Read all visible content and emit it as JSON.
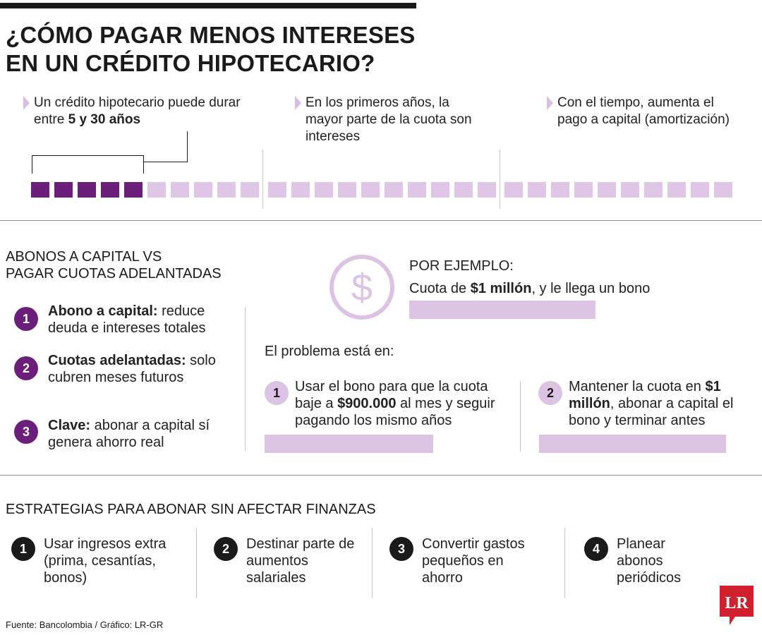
{
  "title": {
    "line1": "¿CÓMO PAGAR MENOS INTERESES",
    "line2": "EN UN CRÉDITO HIPOTECARIO?"
  },
  "intro": [
    {
      "pre": "Un crédito hipotecario puede durar entre ",
      "bold": "5 y 30 años",
      "post": ""
    },
    {
      "pre": "En los primeros años, la mayor parte de la cuota son intereses",
      "bold": "",
      "post": ""
    },
    {
      "pre": "Con el tiempo, aumenta el pago a capital (amortización)",
      "bold": "",
      "post": ""
    }
  ],
  "timeline": {
    "dark_blocks": 5,
    "total_blocks": 30
  },
  "abonos": {
    "title_line1": "ABONOS A CAPITAL VS",
    "title_line2": "PAGAR CUOTAS ADELANTADAS",
    "items": [
      {
        "num": "1",
        "bold": "Abono a capital:",
        "text": " reduce deuda e intereses totales"
      },
      {
        "num": "2",
        "bold": "Cuotas adelantadas:",
        "text": " solo cubren meses futuros"
      },
      {
        "num": "3",
        "bold": "Clave:",
        "text": " abonar a capital sí genera ahorro real"
      }
    ]
  },
  "ejemplo": {
    "heading": "POR EJEMPLO:",
    "cuota_pre": "Cuota de ",
    "cuota_bold": "$1 millón",
    "cuota_post": ", y le llega un bono",
    "problema": "El problema está en:",
    "options": [
      {
        "num": "1",
        "pre": "Usar el bono para que la cuota baje a ",
        "bold": "$900.000",
        "post": " al mes y seguir pagando los mismo años"
      },
      {
        "num": "2",
        "pre": "Mantener la cuota en ",
        "bold": "$1 millón",
        "post": ", abonar a capital el bono y terminar antes"
      }
    ]
  },
  "estrategias": {
    "title": "ESTRATEGIAS PARA ABONAR SIN AFECTAR FINANZAS",
    "items": [
      {
        "num": "1",
        "text": "Usar ingresos extra (prima, cesantías, bonos)"
      },
      {
        "num": "2",
        "text": "Destinar parte de aumentos salariales"
      },
      {
        "num": "3",
        "text": "Convertir gastos pequeños en ahorro"
      },
      {
        "num": "4",
        "text": "Planear abonos periódicos"
      }
    ]
  },
  "footer": {
    "source": "Fuente: Bancolombia / Gráfico: LR-GR",
    "logo": "LR"
  },
  "colors": {
    "dark_purple": "#6b1f7a",
    "lilac": "#dfc6e6",
    "logo_red": "#d0202e"
  }
}
